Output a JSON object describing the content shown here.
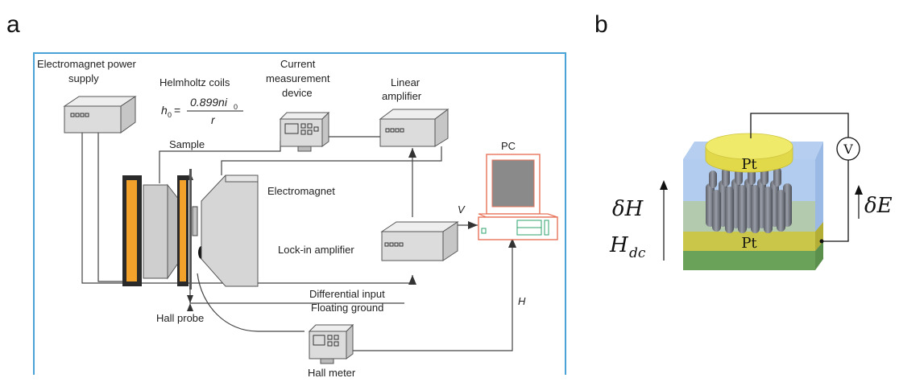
{
  "panels": {
    "a": {
      "letter": "a",
      "labels": {
        "power_supply_line1": "Electromagnet power",
        "power_supply_line2": "supply",
        "helmholtz": "Helmholtz coils",
        "formula_lhs": "h",
        "formula_lhs_sub": "0",
        "formula_numerator": "0.899ni",
        "formula_numerator_sub": "0",
        "formula_denominator": "r",
        "current_line1": "Current",
        "current_line2": "measurement",
        "current_line3": "device",
        "linear_line1": "Linear",
        "linear_line2": "amplifier",
        "sample": "Sample",
        "pc": "PC",
        "electromagnet": "Electromagnet",
        "v": "V",
        "lockin": "Lock-in amplifier",
        "differential": "Differential input",
        "floating": "Floating ground",
        "h": "H",
        "hall_probe": "Hall probe",
        "hall_meter": "Hall meter"
      }
    },
    "b": {
      "letter": "b",
      "labels": {
        "pt_top": "Pt",
        "pt_bottom": "Pt",
        "voltmeter": "V",
        "delta_h": "δH",
        "h_dc_main": "H",
        "h_dc_sub": "dc",
        "delta_e": "δE"
      }
    }
  },
  "colors": {
    "frame": "#4aa3d6",
    "device_fill": "#dcdcdc",
    "coil_orange": "#f2a22a",
    "pc_outline": "#e8735a",
    "pc_screen": "#8a8a8a",
    "pc_green": "#2ea36b",
    "pt_gold": "#f0ea6a",
    "matrix_blue": "#a9c6ec",
    "bottom_green": "#6aa25a",
    "pillar": "#767a85"
  }
}
